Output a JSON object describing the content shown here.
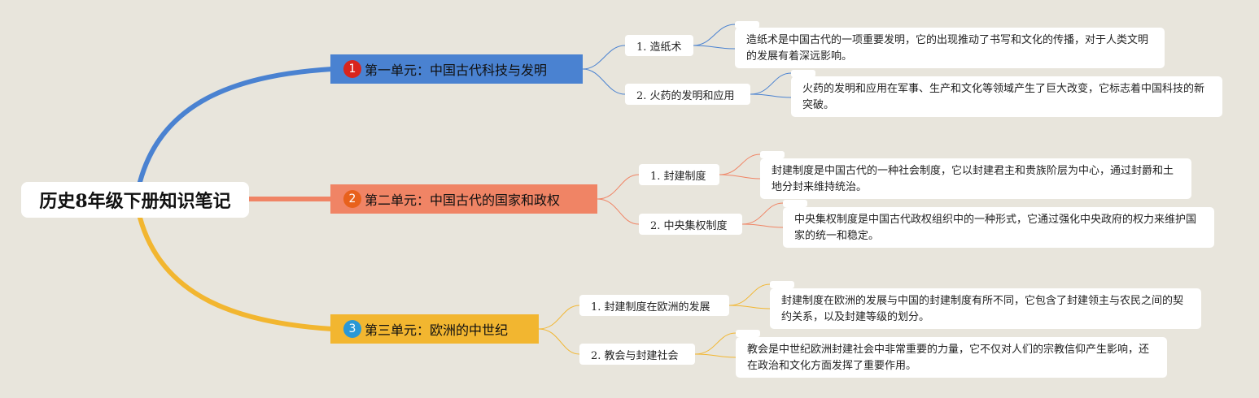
{
  "root": {
    "title": "历史8年级下册知识笔记"
  },
  "units": [
    {
      "number": "1",
      "title": "第一单元：中国古代科技与发明",
      "color": "#4a82d1",
      "badge_color": "#d9251c",
      "topics": [
        {
          "label": "1. 造纸术",
          "note": "造纸术是中国古代的一项重要发明，它的出现推动了书写和文化的传播，对于人类文明的发展有着深远影响。"
        },
        {
          "label": "2. 火药的发明和应用",
          "note": "火药的发明和应用在军事、生产和文化等领域产生了巨大改变，它标志着中国科技的新突破。"
        }
      ]
    },
    {
      "number": "2",
      "title": "第二单元：中国古代的国家和政权",
      "color": "#f08465",
      "badge_color": "#e8611c",
      "topics": [
        {
          "label": "1. 封建制度",
          "note": "封建制度是中国古代的一种社会制度，它以封建君主和贵族阶层为中心，通过封爵和土地分封来维持统治。"
        },
        {
          "label": "2. 中央集权制度",
          "note": "中央集权制度是中国古代政权组织中的一种形式，它通过强化中央政府的权力来维护国家的统一和稳定。"
        }
      ]
    },
    {
      "number": "3",
      "title": "第三单元：欧洲的中世纪",
      "color": "#f2b630",
      "badge_color": "#2a98d6",
      "topics": [
        {
          "label": "1. 封建制度在欧洲的发展",
          "note": "封建制度在欧洲的发展与中国的封建制度有所不同，它包含了封建领主与农民之间的契约关系，以及封建等级的划分。"
        },
        {
          "label": "2. 教会与封建社会",
          "note": "教会是中世纪欧洲封建社会中非常重要的力量，它不仅对人们的宗教信仰产生影响，还在政治和文化方面发挥了重要作用。"
        }
      ]
    }
  ]
}
